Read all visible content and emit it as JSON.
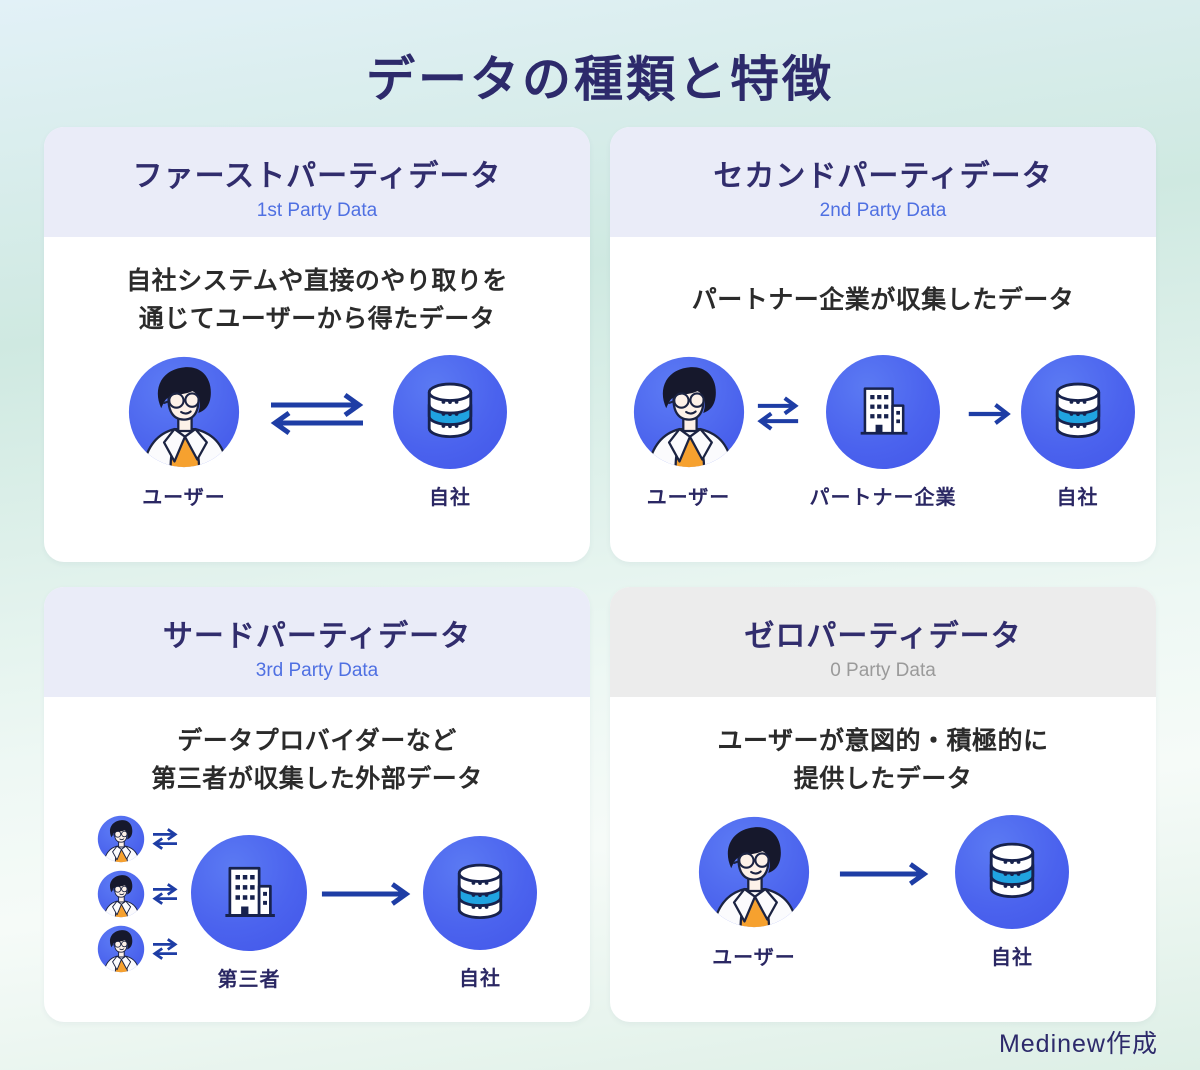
{
  "page": {
    "title": "データの種類と特徴",
    "credit": "Medinew作成"
  },
  "colors": {
    "title_navy": "#2d2a6b",
    "header_lavender": "#eaecf8",
    "header_gray": "#ececec",
    "subtitle_blue": "#4f70e2",
    "subtitle_gray": "#9a9a9a",
    "circle_blue": "#4b63ee",
    "arrow_navy": "#1e3da5",
    "db_band_cyan": "#20a3e0",
    "outline_navy": "#17224d",
    "shirt_orange": "#f6a12f",
    "bg_mint": "#cfe9e1",
    "bg_cyan": "#e2f1f7"
  },
  "cards": [
    {
      "title": "ファーストパーティデータ",
      "subtitle": "1st Party Data",
      "desc1": "自社システムや直接のやり取りを",
      "desc2": "通じてユーザーから得たデータ",
      "flow": [
        {
          "icon": "user-avatar",
          "label": "ユーザー"
        },
        {
          "icon": "bidirectional-arrow"
        },
        {
          "icon": "database",
          "label": "自社"
        }
      ]
    },
    {
      "title": "セカンドパーティデータ",
      "subtitle": "2nd Party Data",
      "desc1": "パートナー企業が収集したデータ",
      "desc2": "",
      "flow": [
        {
          "icon": "user-avatar",
          "label": "ユーザー"
        },
        {
          "icon": "bidirectional-arrow"
        },
        {
          "icon": "building",
          "label": "パートナー企業"
        },
        {
          "icon": "arrow-right"
        },
        {
          "icon": "database",
          "label": "自社"
        }
      ]
    },
    {
      "title": "サードパーティデータ",
      "subtitle": "3rd Party Data",
      "desc1": "データプロバイダーなど",
      "desc2": "第三者が収集した外部データ",
      "flow": [
        {
          "icon": "user-avatar-group-x3"
        },
        {
          "icon": "building",
          "label": "第三者"
        },
        {
          "icon": "arrow-right"
        },
        {
          "icon": "database",
          "label": "自社"
        }
      ]
    },
    {
      "title": "ゼロパーティデータ",
      "subtitle": "0 Party Data",
      "subtitle_muted": true,
      "desc1": "ユーザーが意図的・積極的に",
      "desc2": "提供したデータ",
      "flow": [
        {
          "icon": "user-avatar",
          "label": "ユーザー"
        },
        {
          "icon": "arrow-right"
        },
        {
          "icon": "database",
          "label": "自社"
        }
      ]
    }
  ]
}
